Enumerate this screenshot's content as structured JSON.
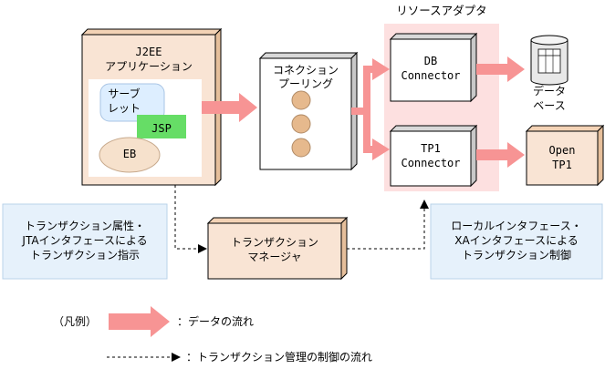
{
  "resource_adapter": {
    "title": "リソースアダプタ"
  },
  "j2ee_app": {
    "line1": "J2EE",
    "line2": "アプリケーション"
  },
  "servlet": {
    "line1": "サーブ",
    "line2": "レット"
  },
  "jsp": {
    "label": "JSP"
  },
  "eb": {
    "label": "EB"
  },
  "connection_pool": {
    "line1": "コネクション",
    "line2": "プーリング"
  },
  "db_connector": {
    "line1": "DB",
    "line2": "Connector"
  },
  "tp1_connector": {
    "line1": "TP1",
    "line2": "Connector"
  },
  "database": {
    "line1": "データ",
    "line2": "ベース"
  },
  "open_tp1": {
    "line1": "Open",
    "line2": "TP1"
  },
  "transaction_manager": {
    "line1": "トランザクション",
    "line2": "マネージャ"
  },
  "note_left": {
    "line1": "トランザクション属性・",
    "line2": "JTAインタフェースによる",
    "line3": "トランザクション指示"
  },
  "note_right": {
    "line1": "ローカルインタフェース・",
    "line2": "XAインタフェースによる",
    "line3": "トランザクション制御"
  },
  "legend": {
    "title": "（凡例）",
    "data_flow": "：データの流れ",
    "tx_flow": "：トランザクション管理の制御の流れ"
  },
  "colors": {
    "arrow_pink": "#f79494",
    "box_tan": "#f9e4d4",
    "ra_bg": "#fde0e0",
    "note_blue": "#e6f1fb",
    "servlet_blue": "#ddeeff",
    "jsp_green": "#66dd66",
    "eb_tan": "#f6e1cc",
    "pool_circle": "#e6b98d"
  }
}
